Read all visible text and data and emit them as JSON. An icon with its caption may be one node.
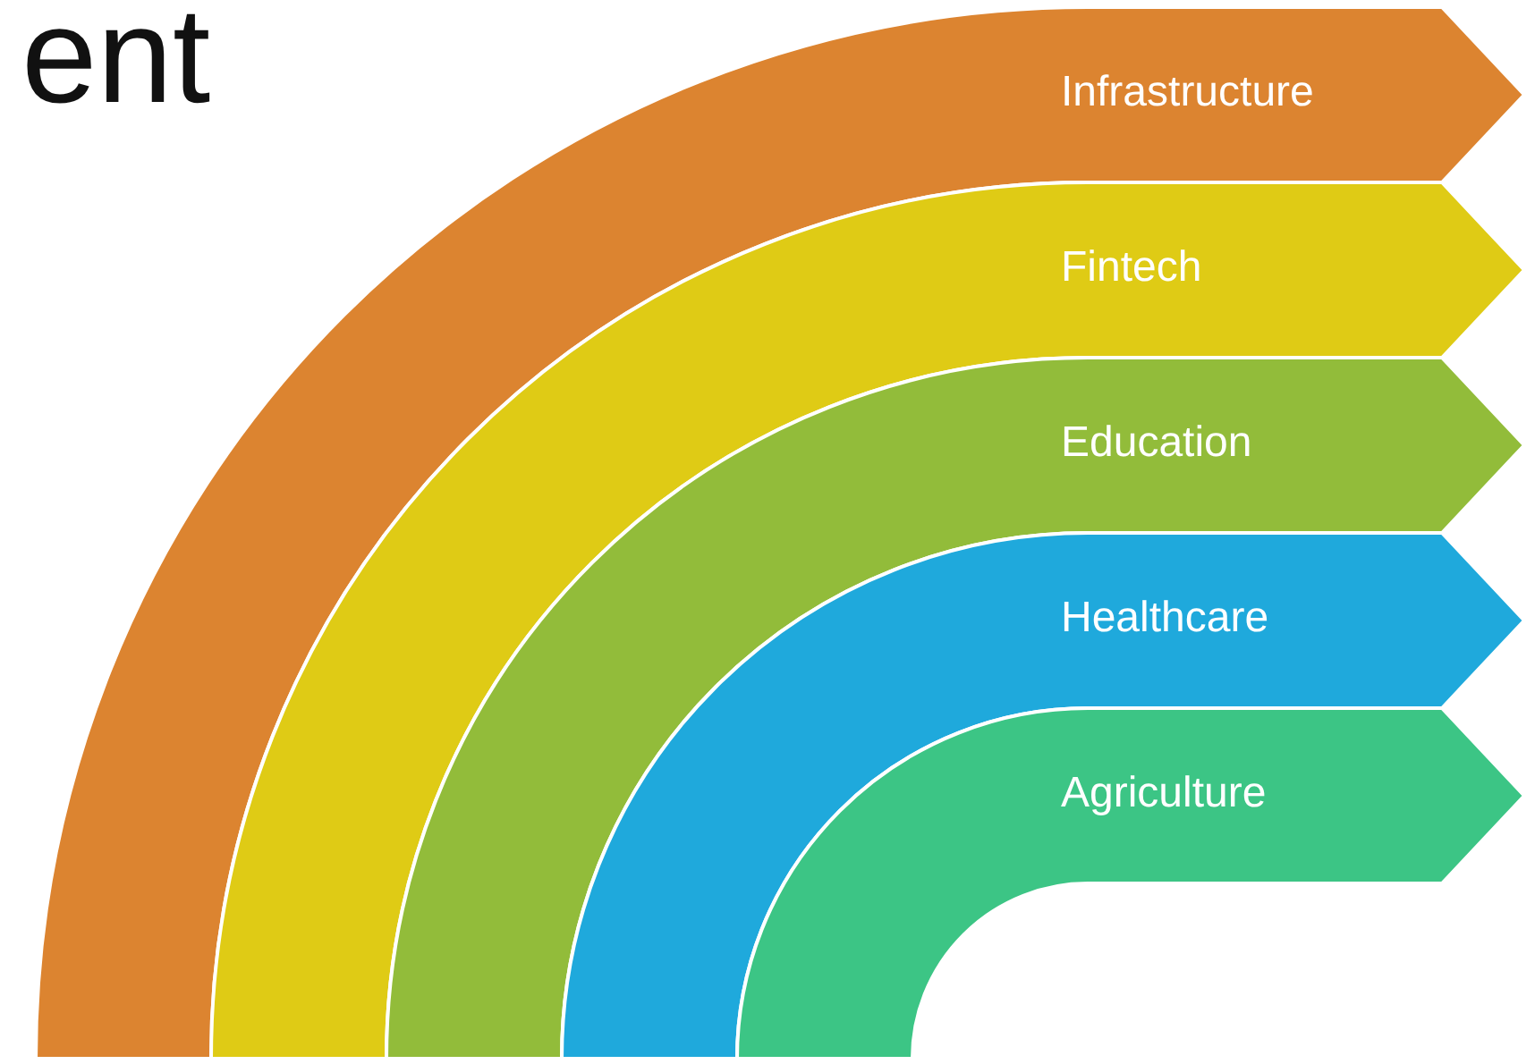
{
  "diagram": {
    "title": "ent",
    "nodes": [
      {
        "text": [
          "Infrastructure"
        ]
      },
      {
        "text": [
          "Fintech"
        ]
      },
      {
        "text": [
          "Education"
        ]
      },
      {
        "text": [
          "Healthcare"
        ]
      },
      {
        "text": [
          "Agriculture"
        ]
      }
    ]
  }
}
